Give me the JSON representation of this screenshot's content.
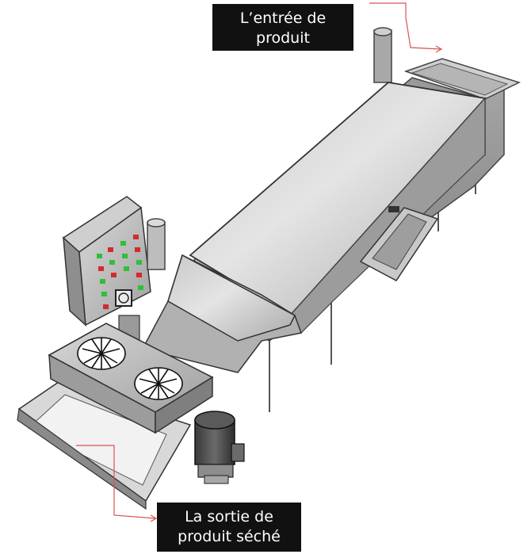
{
  "labels": {
    "inlet": {
      "line1": "L’entrée de",
      "line2": "produit"
    },
    "outlet": {
      "line1": "La sortie de",
      "line2": "produit séché"
    }
  },
  "colors": {
    "callout_bg": "#111111",
    "callout_text": "#ffffff",
    "leader_line": "#d9534f",
    "steel_light": "#d4d4d4",
    "steel_dark": "#7e7e7e",
    "led_green": "#2fbf3a",
    "led_red": "#d12b2b"
  }
}
